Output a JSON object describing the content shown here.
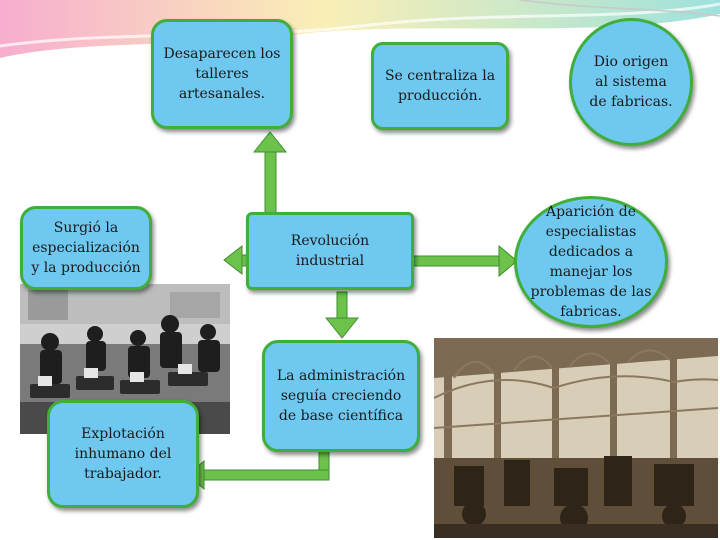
{
  "nodes": {
    "talleres": "Desaparecen los talleres artesanales.",
    "centraliza": "Se centraliza la producción.",
    "fabricas": "Dio origen al sistema de fabricas.",
    "especializacion": "Surgió la especialización y la producción",
    "revolucion": "Revolución industrial",
    "especialistas": "Aparición de especialistas dedicados a manejar los problemas de las fabricas.",
    "administracion": "La administración seguía creciendo de base científica",
    "explotacion": "Explotación inhumano del trabajador."
  },
  "colors": {
    "box_fill": "#6ec8f0",
    "border": "#3fae3a",
    "arrow": "#6cc24a",
    "arrow_outline": "#3e8f2e",
    "banner_pink": "#f06aa8",
    "banner_teal": "#4ec9c0",
    "banner_yellow": "#f6e27a"
  }
}
